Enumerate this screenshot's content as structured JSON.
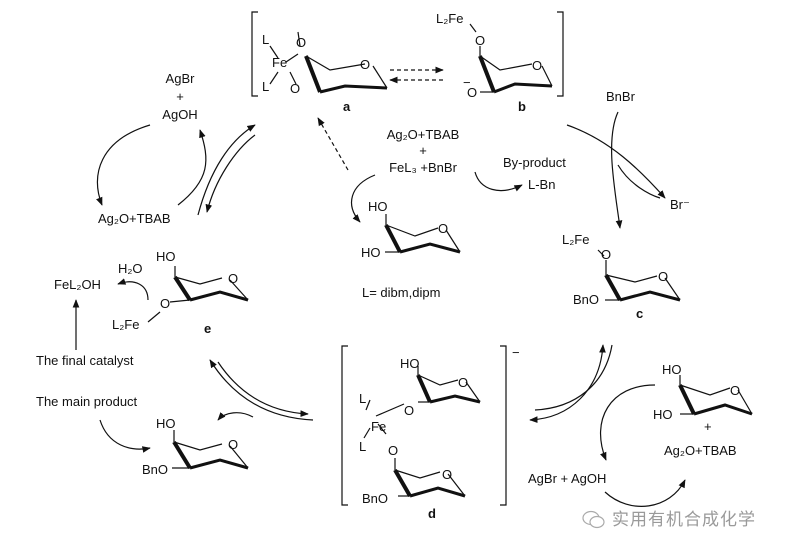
{
  "compounds": {
    "a": {
      "label": "a",
      "ligand1": "L",
      "ligand2": "L",
      "metal": "Fe",
      "o1": "O",
      "o2": "O",
      "ring_o": "O"
    },
    "b": {
      "label": "b",
      "fe_group": "L₂Fe",
      "o_top": "O",
      "o_anion": "O",
      "charge": "−",
      "ring_o": "O"
    },
    "c": {
      "label": "c",
      "fe_group": "L₂Fe",
      "o_top": "O",
      "bno": "BnO",
      "ring_o": "O"
    },
    "d": {
      "label": "d",
      "charge": "−",
      "ho": "HO",
      "ligand1": "L",
      "ligand2": "L",
      "metal": "Fe",
      "o1": "O",
      "o2": "O",
      "bno": "BnO",
      "ring_o": "O"
    },
    "e": {
      "label": "e",
      "ho": "HO",
      "o": "O",
      "fe_group": "L₂Fe",
      "ring_o": "O"
    }
  },
  "reagents": {
    "top_left_1": "AgBr",
    "top_left_plus": "+",
    "top_left_2": "AgOH",
    "left_mid": "Ag₂O+TBAB",
    "center_1": "Ag₂O+TBAB",
    "center_plus": "+",
    "center_2": "FeL₃ +BnBr",
    "byproduct_title": "By-product",
    "byproduct": "L-Bn",
    "bnbr": "BnBr",
    "br_minus": "Br⁻",
    "ligand_def": "L= dibm,dipm",
    "water": "H₂O",
    "fel2oh": "FeL₂OH",
    "final_catalyst": "The final catalyst",
    "main_product": "The main product",
    "agbr_agoh": "AgBr + AgOH",
    "right_plus": "+",
    "right_ag2o": "Ag₂O+TBAB"
  },
  "diol": {
    "ho1": "HO",
    "ho2": "HO",
    "ring_o": "O"
  },
  "diol_right": {
    "ho1": "HO",
    "ho2": "HO",
    "ring_o": "O"
  },
  "product": {
    "ho": "HO",
    "bno": "BnO",
    "ring_o": "O"
  },
  "watermark": {
    "text": "实用有机合成化学",
    "icon": "wechat-icon"
  }
}
